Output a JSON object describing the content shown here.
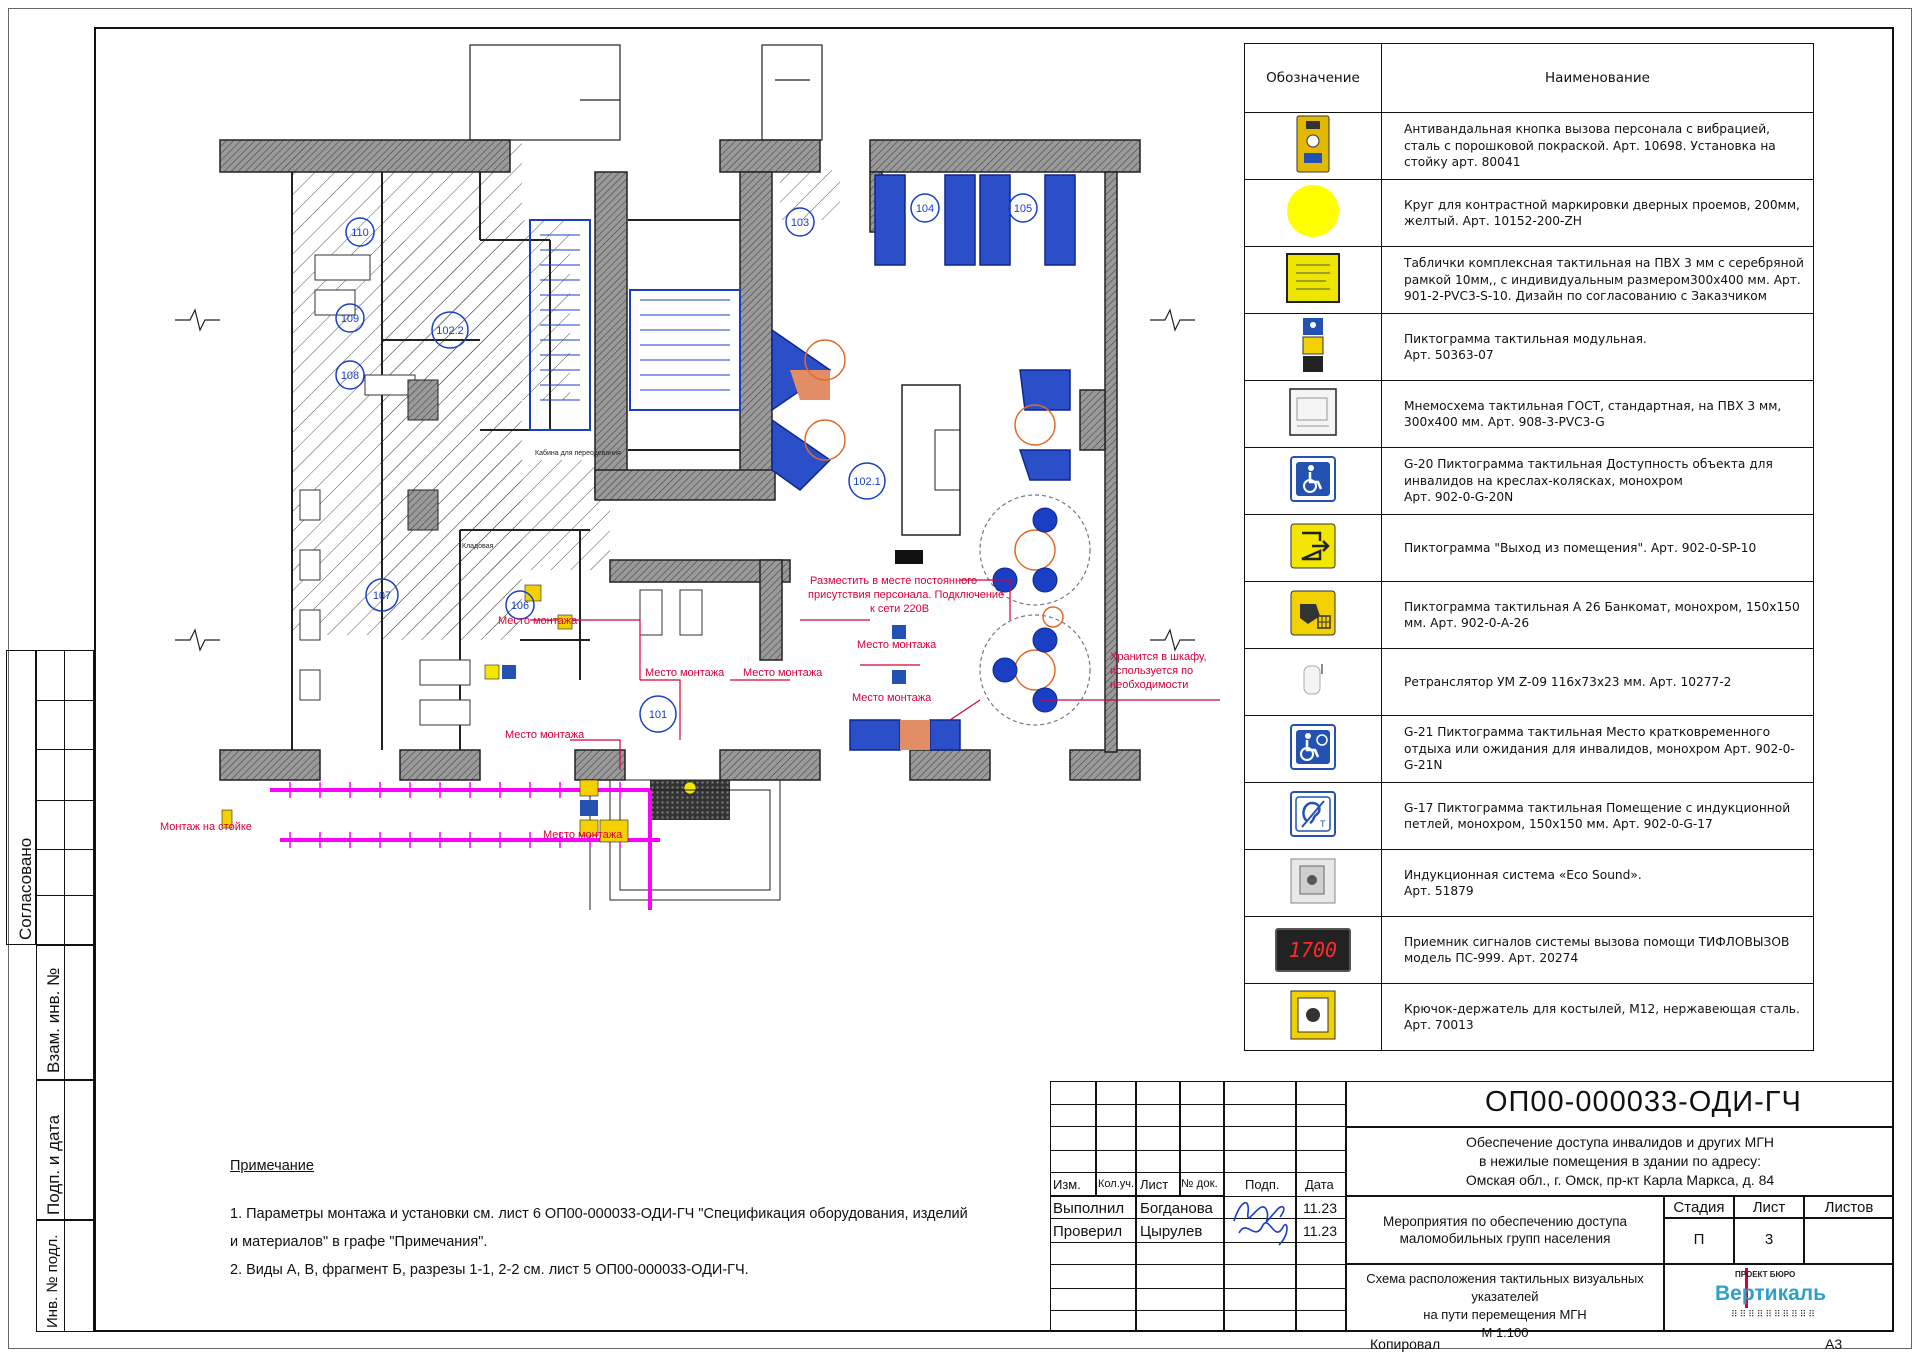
{
  "drawing": {
    "room_labels": [
      "110",
      "109",
      "108",
      "102.2",
      "103",
      "104",
      "105",
      "102.1",
      "107",
      "106",
      "101"
    ],
    "annotations": {
      "install_place": "Место монтажа",
      "install_on_stand": "Монтаж на стойке",
      "place_note": [
        "Разместить в месте постоянного",
        "присутствия персонала. Подключение",
        "к сети 220В"
      ],
      "stored_note": [
        "Хранится в шкафу,",
        "используется по",
        "необходимости"
      ],
      "small_labels": [
        "Кабина для переодевания",
        "Кладовая"
      ]
    }
  },
  "legend": {
    "header": {
      "symbol": "Обозначение",
      "name": "Наименование"
    },
    "rows": [
      {
        "icon": "call-button-icon",
        "text": "Антивандальная кнопка вызова персонала с вибрацией, сталь с порошковой покраской. Арт. 10698. Установка на стойку арт. 80041"
      },
      {
        "icon": "yellow-circle-icon",
        "text": "Круг для контрастной маркировки дверных проемов, 200мм, желтый.  Арт. 10152-200-ZH"
      },
      {
        "icon": "tactile-plate-icon",
        "text": "Таблички комплексная тактильная на ПВХ 3 мм с серебряной рамкой 10мм,, с индивидуальным размером300х400 мм. Арт. 901-2-PVC3-S-10. Дизайн по согласованию с Заказчиком"
      },
      {
        "icon": "modular-pictogram-icon",
        "text": "Пиктограмма тактильная модульная.\nАрт. 50363-07"
      },
      {
        "icon": "mnemonic-scheme-icon",
        "text": "Мнемосхема тактильная ГОСТ, стандартная, на ПВХ 3 мм, 300х400 мм. Арт.  908-3-PVC3-G"
      },
      {
        "icon": "wheelchair-icon",
        "text": "G-20 Пиктограмма тактильная Доступность объекта для инвалидов на креслах-колясках, монохром\nАрт. 902-0-G-20N"
      },
      {
        "icon": "exit-icon",
        "text": "Пиктограмма \"Выход из помещения\". Арт. 902-0-SP-10"
      },
      {
        "icon": "atm-icon",
        "text": "Пиктограмма тактильная А 26 Банкомат, монохром, 150х150 мм. Арт. 902-0-А-26"
      },
      {
        "icon": "repeater-icon",
        "text": "Ретранслятор УМ Z-09 116х73х23 мм. Арт. 10277-2"
      },
      {
        "icon": "wheelchair-rest-icon",
        "text": "G-21 Пиктограмма тактильная Место кратковременного отдыха или ожидания для инвалидов, монохром Арт. 902-0-G-21N"
      },
      {
        "icon": "hearing-loop-icon",
        "text": "G-17 Пиктограмма тактильная Помещение с индукционной петлей, монохром, 150х150 мм. Арт. 902-0-G-17"
      },
      {
        "icon": "induction-system-icon",
        "text": "Индукционная система «Eco Sound».\nАрт. 51879"
      },
      {
        "icon": "receiver-display-icon",
        "display": "1700",
        "text": "Приемник сигналов системы вызова помощи ТИФЛОВЫЗОВ модель ПС-999. Арт. 20274"
      },
      {
        "icon": "crutch-holder-icon",
        "text": "Крючок-держатель для костылей, М12, нержавеющая сталь.\nАрт. 70013"
      }
    ]
  },
  "notes": {
    "title": "Примечание",
    "items": [
      "1. Параметры монтажа и установки см. лист 6 ОП00-000033-ОДИ-ГЧ \"Спецификация оборудования, изделий",
      "и материалов\" в графе \"Примечания\".",
      "2. Виды А, В, фрагмент Б, разрезы 1-1, 2-2 см. лист 5 ОП00-000033-ОДИ-ГЧ."
    ]
  },
  "side_stamp": {
    "agreed": "Согласовано",
    "swap_inv": "Взам. инв. №",
    "sign_date": "Подп. и дата",
    "inv_orig": "Инв. № подл."
  },
  "title_block": {
    "doc_code": "ОП00-000033-ОДИ-ГЧ",
    "project_title": [
      "Обеспечение доступа инвалидов и других МГН",
      "в нежилые помещения в здании по адресу:",
      "Омская обл., г. Омск, пр-кт Карла Маркса, д. 84"
    ],
    "section_title": [
      "Мероприятия по обеспечению доступа",
      "маломобильных групп населения"
    ],
    "sheet_title": [
      "Схема расположения тактильных визуальных указателей",
      "на пути перемещения МГН",
      "М 1:100"
    ],
    "cols": {
      "izm": "Изм.",
      "kol": "Кол.уч.",
      "list": "Лист",
      "ndok": "№ док.",
      "podp": "Подп.",
      "data": "Дата"
    },
    "rows": [
      {
        "role": "Выполнил",
        "name": "Богданова",
        "date": "11.23"
      },
      {
        "role": "Проверил",
        "name": "Цырулев",
        "date": "11.23"
      }
    ],
    "stage_label": "Стадия",
    "sheet_label": "Лист",
    "sheets_label": "Листов",
    "stage": "П",
    "sheet": "3",
    "sheets": "",
    "logo_top": "ПРОЕКТ БЮРО",
    "logo_name": "Вертикаль",
    "copied": "Копировал",
    "format": "А3"
  }
}
